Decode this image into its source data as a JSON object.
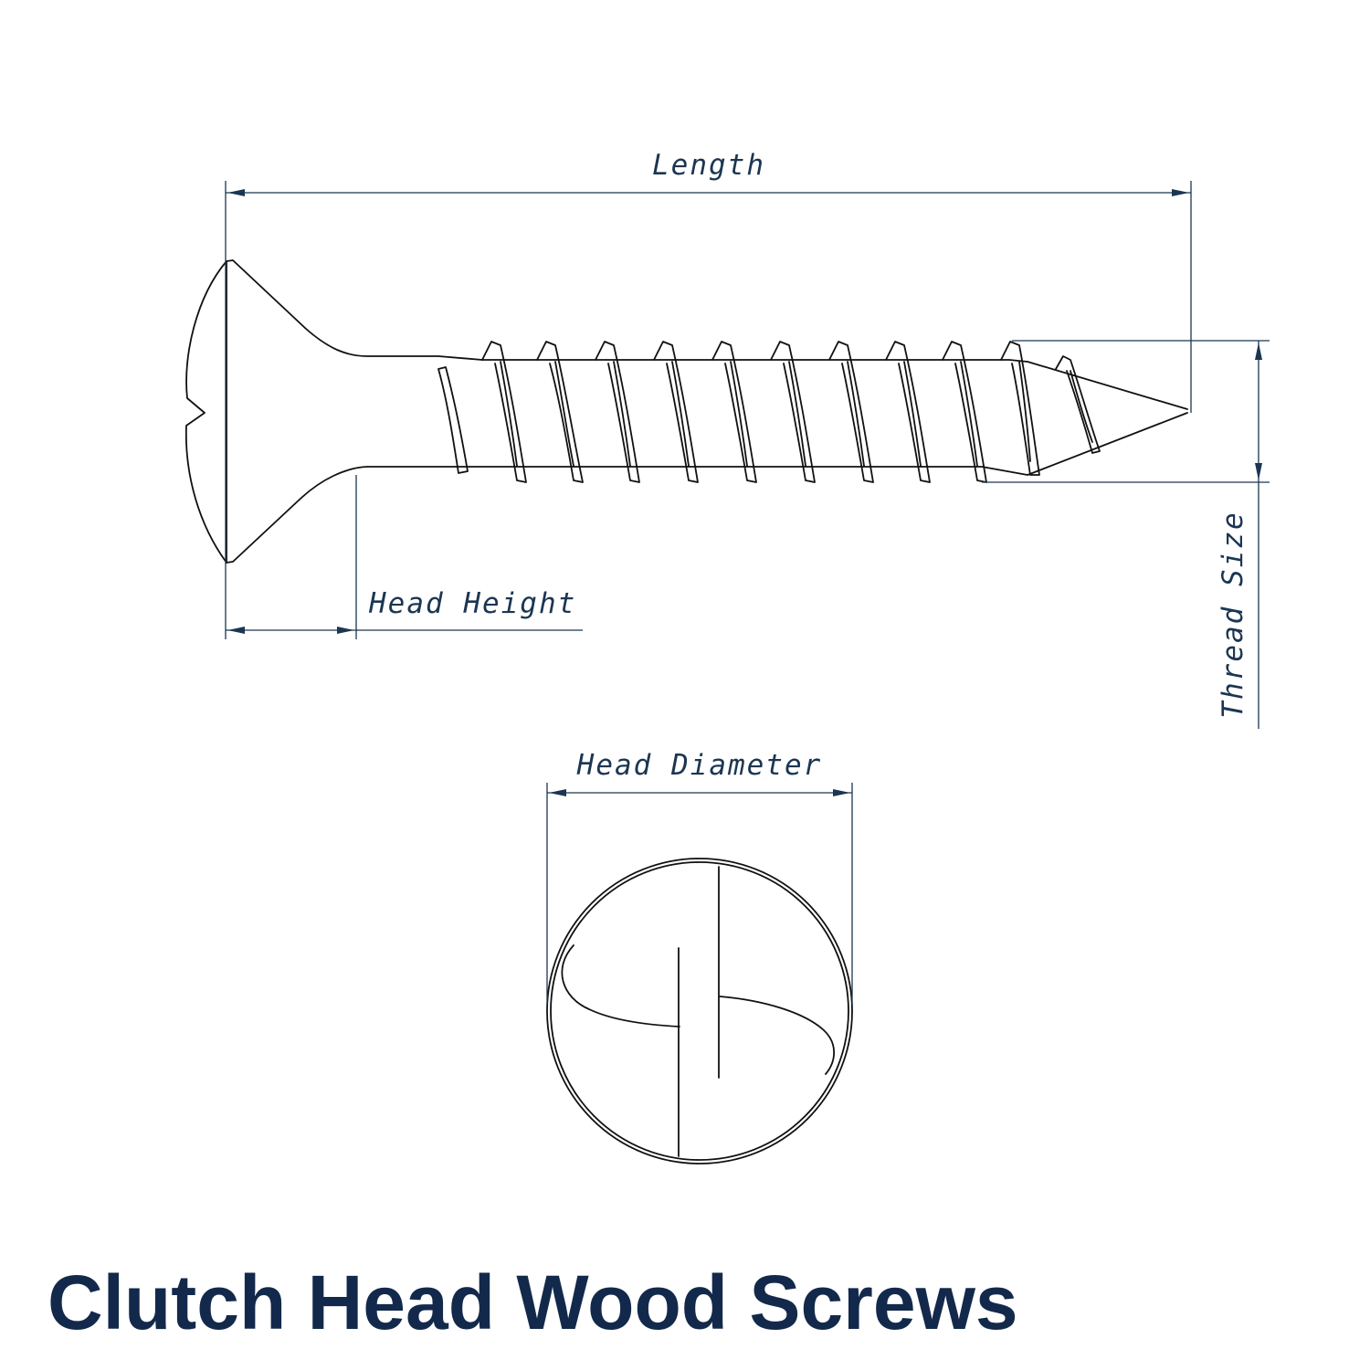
{
  "title": "Clutch Head Wood Screws",
  "dimensions": {
    "length": "Length",
    "head_height": "Head Height",
    "thread_size": "Thread Size",
    "head_diameter": "Head Diameter"
  },
  "colors": {
    "title": "#13294b",
    "dimension_lines": "#1b3652",
    "outline": "#111111"
  }
}
